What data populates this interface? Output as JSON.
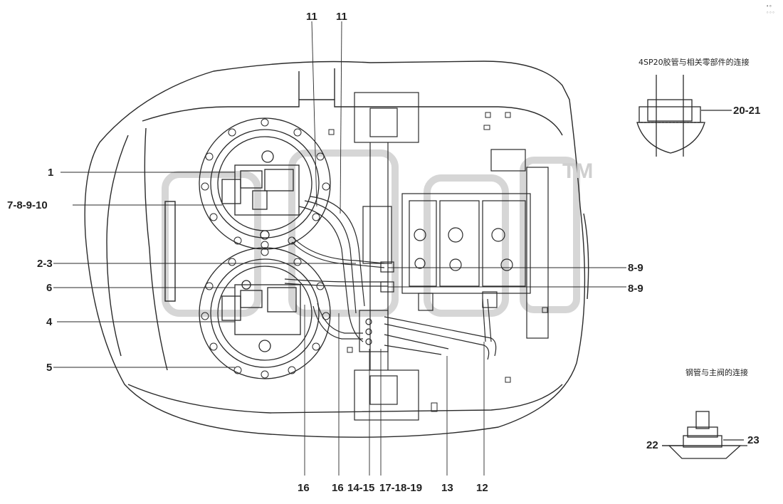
{
  "labels": {
    "l1": "1",
    "l7": "7-8-9-10",
    "l23": "2-3",
    "l6": "6",
    "l4": "4",
    "l5": "5",
    "t11a": "11",
    "t11b": "11",
    "r89a": "8-9",
    "r89b": "8-9",
    "b16a": "16",
    "b16b": "16",
    "b1415": "14-15",
    "b171819": "17-18-19",
    "b13": "13",
    "b12": "12",
    "d2021": "20-21",
    "d22": "22",
    "d23": "23"
  },
  "captions": {
    "hose": "4SP20胶管与相关零部件的连接",
    "pipe": "钢管与主阀的连接"
  },
  "watermark": {
    "tm": "TM"
  },
  "corner_mark": "⁴⁰ ◦◦◦",
  "colors": {
    "line": "#2a2a2a",
    "watermark": "#d9d9d9",
    "background": "#ffffff"
  }
}
